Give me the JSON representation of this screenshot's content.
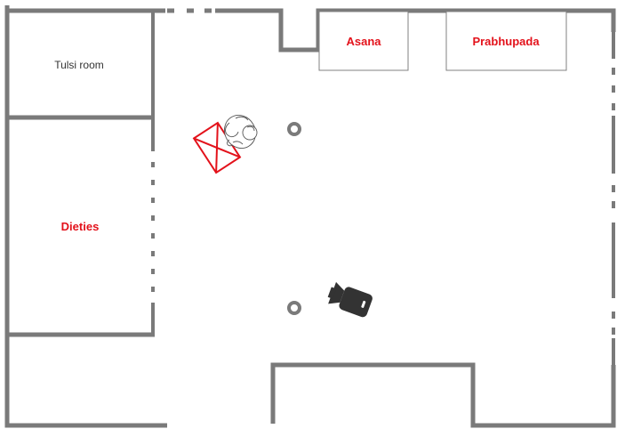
{
  "rooms": {
    "tulsi": "Tulsi room",
    "deities": "Dieties",
    "asana": "Asana",
    "prabhupada": "Prabhupada"
  },
  "colors": {
    "wall": "#7a7a7a",
    "box": "#808080",
    "accent": "#e3121b",
    "figure": "#333333"
  }
}
